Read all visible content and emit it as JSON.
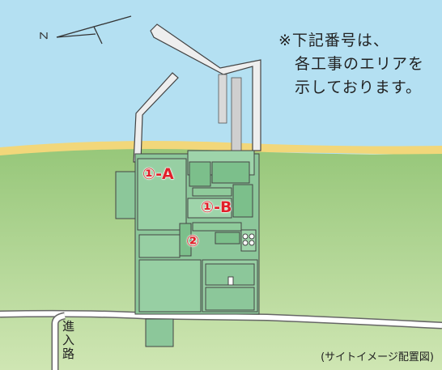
{
  "note_lines": [
    "※下記番号は、",
    "各工事のエリアを",
    "示しております。"
  ],
  "area_labels": {
    "area_1a": "①-A",
    "area_1b": "①-B",
    "area_2": "②"
  },
  "road_label": "進入路",
  "caption": "(サイトイメージ配置図)",
  "compass_letter": "N",
  "colors": {
    "sea": "#b4e0f2",
    "land": "#8fc472",
    "beach": "#f2d77a",
    "site_fill": "#8cc79a",
    "site_outline": "#444444",
    "label_red": "#e1202a"
  }
}
